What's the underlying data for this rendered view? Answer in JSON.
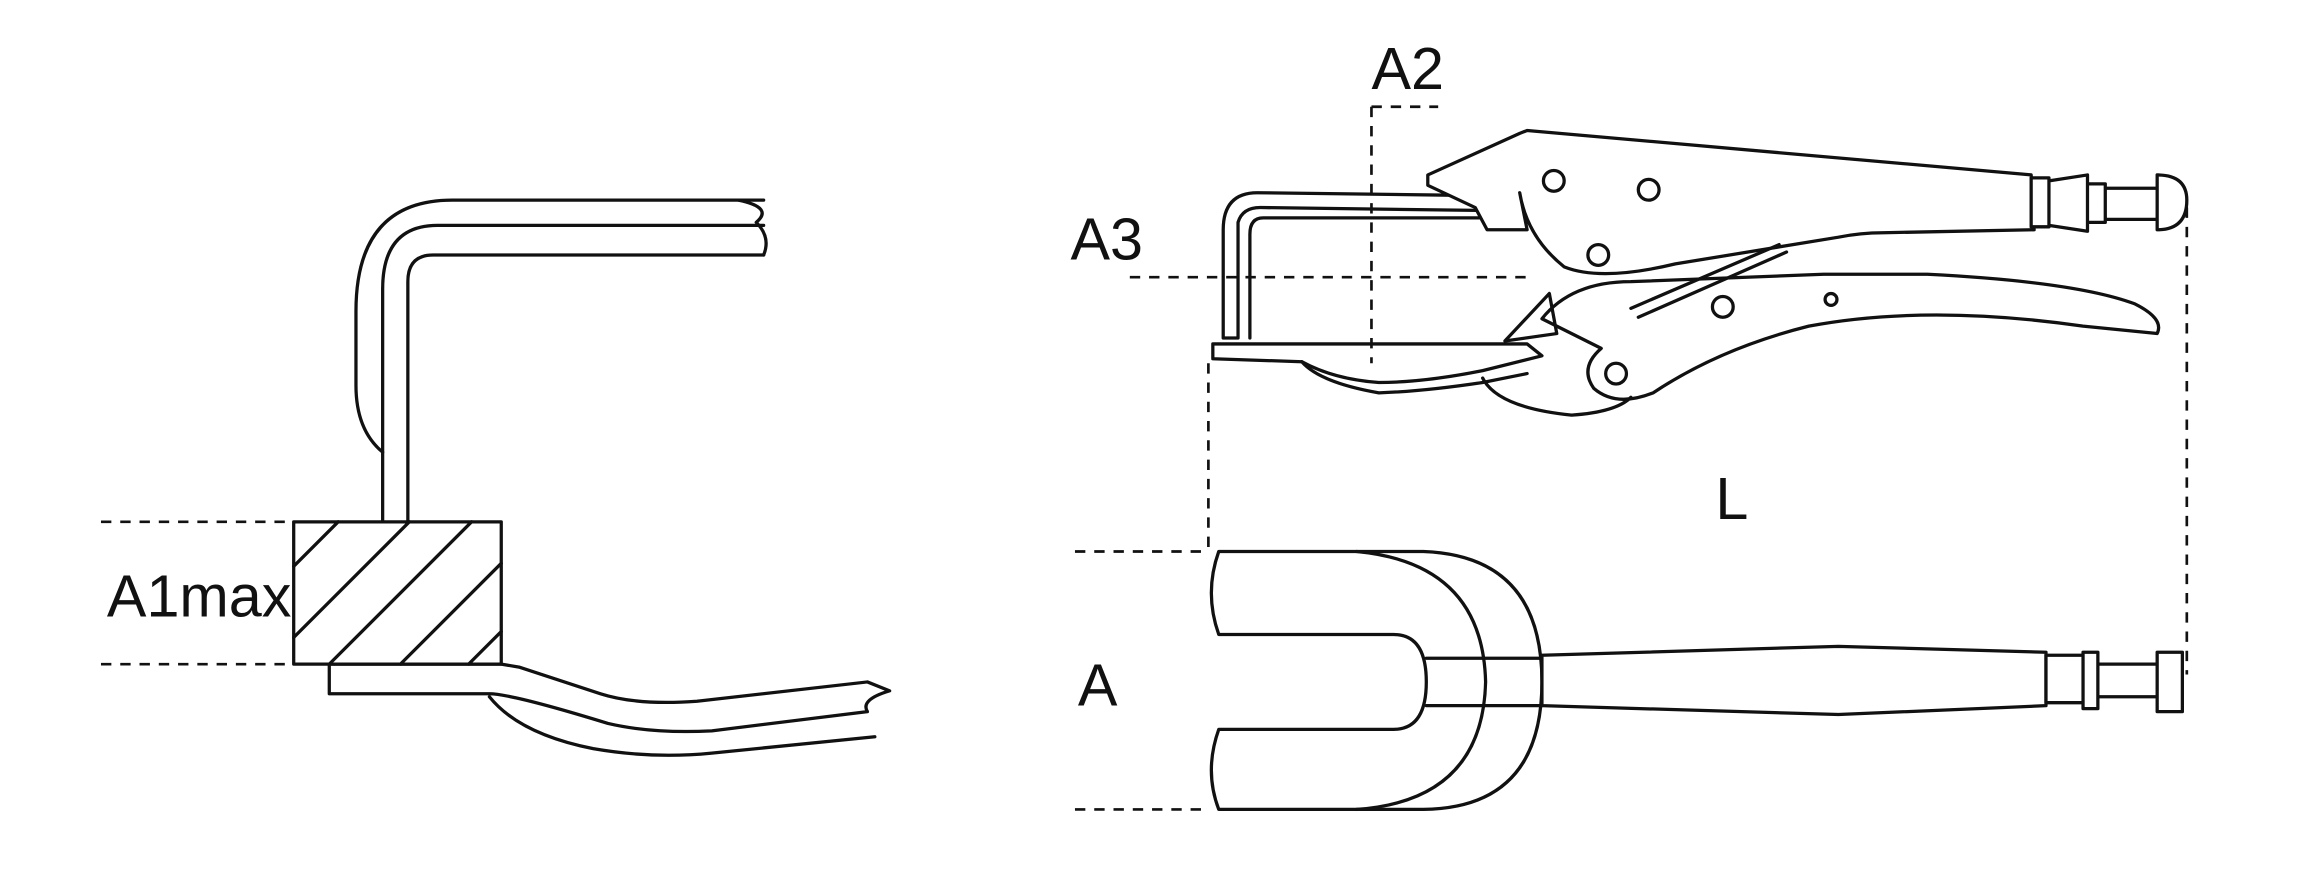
{
  "labels": {
    "a1max": "A1max",
    "a2": "A2",
    "a3": "A3",
    "a": "A",
    "l": "L"
  },
  "colors": {
    "line": "#111111",
    "background": "#ffffff"
  }
}
